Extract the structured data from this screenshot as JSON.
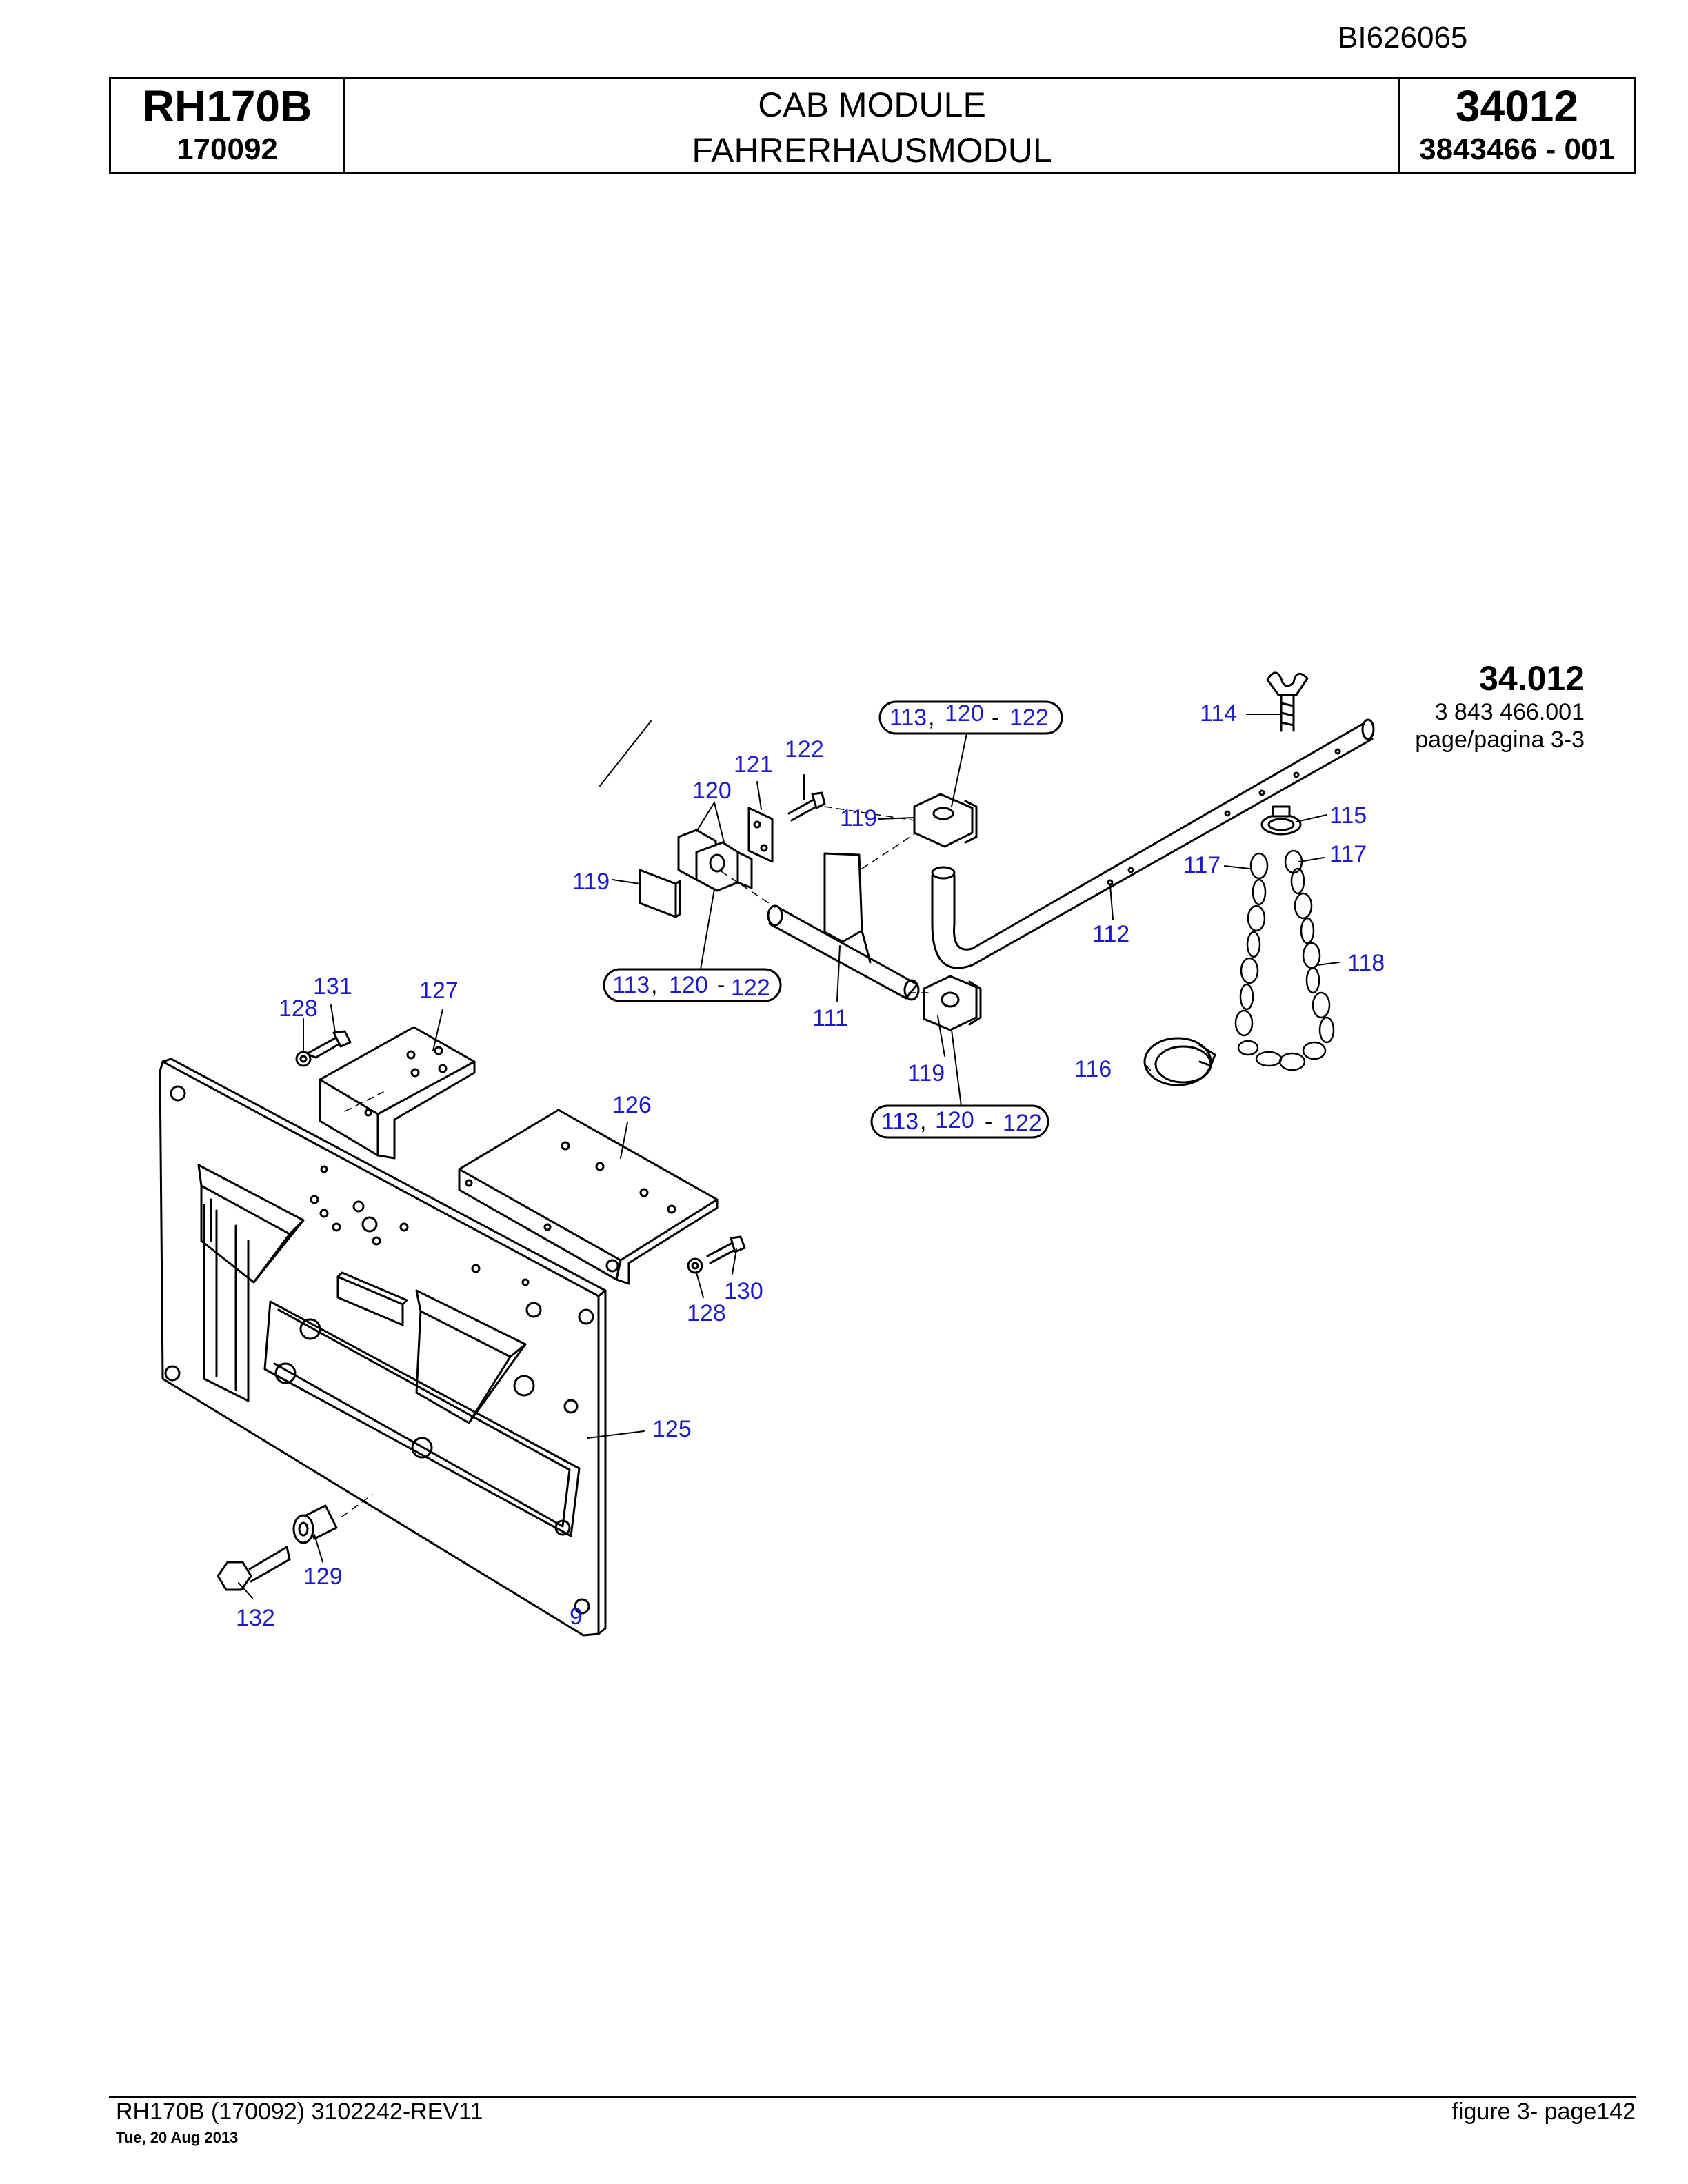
{
  "document_id": "BI626065",
  "title_block": {
    "model": "RH170B",
    "serial": "170092",
    "title_en": "CAB MODULE",
    "title_de": "FAHRERHAUSMODUL",
    "group_no": "34012",
    "part_no": "3843466  - 001"
  },
  "figure_ref": {
    "group": "34.012",
    "part": "3 843 466.001",
    "page": "page/pagina 3-3"
  },
  "callouts": {
    "c111": "111",
    "c112": "112",
    "c114": "114",
    "c115": "115",
    "c116": "116",
    "c117a": "117",
    "c117b": "117",
    "c118": "118",
    "c119a": "119",
    "c119b": "119",
    "c119c": "119",
    "c120": "120",
    "c121": "121",
    "c122": "122",
    "c125": "125",
    "c126": "126",
    "c127": "127",
    "c128a": "128",
    "c128b": "128",
    "c129": "129",
    "c130": "130",
    "c131": "131",
    "c132": "132"
  },
  "group_labels": {
    "g_top_a": "113",
    "g_top_b": "120",
    "g_top_sep": "-",
    "g_top_c": "122",
    "g_mid_a": "113",
    "g_mid_b": "120",
    "g_mid_sep": "-",
    "g_mid_c": "122",
    "g_bot_a": "113",
    "g_bot_b": "120",
    "g_bot_sep": "-",
    "g_bot_c": "122"
  },
  "sheet_marker": "9",
  "footer": {
    "left": "RH170B (170092) 3102242-REV11",
    "date": "Tue, 20 Aug 2013",
    "right": "figure  3- page142"
  },
  "colors": {
    "callout": "#1a1acc",
    "line": "#000000"
  }
}
